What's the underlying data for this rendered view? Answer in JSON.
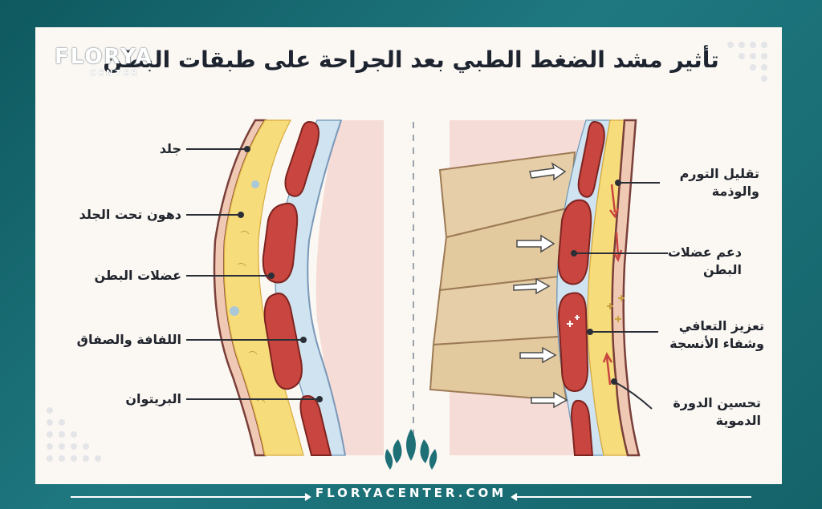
{
  "title": "تأثير مشد الضغط الطبي بعد الجراحة على طبقات البطن",
  "logo": {
    "brand": "FLORYA",
    "sub": "CENTER"
  },
  "left_labels": [
    "جلد",
    "دهون تحت الجلد",
    "عضلات البطن",
    "اللفافة والصفاق",
    "البريتوان"
  ],
  "right_labels": [
    {
      "line1": "تقليل التورم",
      "line2": "والوذمة"
    },
    {
      "line1": "دعم عضلات",
      "line2": "البطن"
    },
    {
      "line1": "تعزيز التعافي",
      "line2": "وشفاء الأنسجة"
    },
    {
      "line1": "تحسين الدورة",
      "line2": "الدموية"
    }
  ],
  "footer": "FLORYACENTER.COM",
  "colors": {
    "frame": "#1c6a72",
    "panel": "#fbf8f3",
    "skin": "#f4d9c4",
    "fat": "#f6dc7a",
    "muscle": "#c9453f",
    "fascia": "#bcd8ea",
    "belt": "#e6cfa8"
  }
}
